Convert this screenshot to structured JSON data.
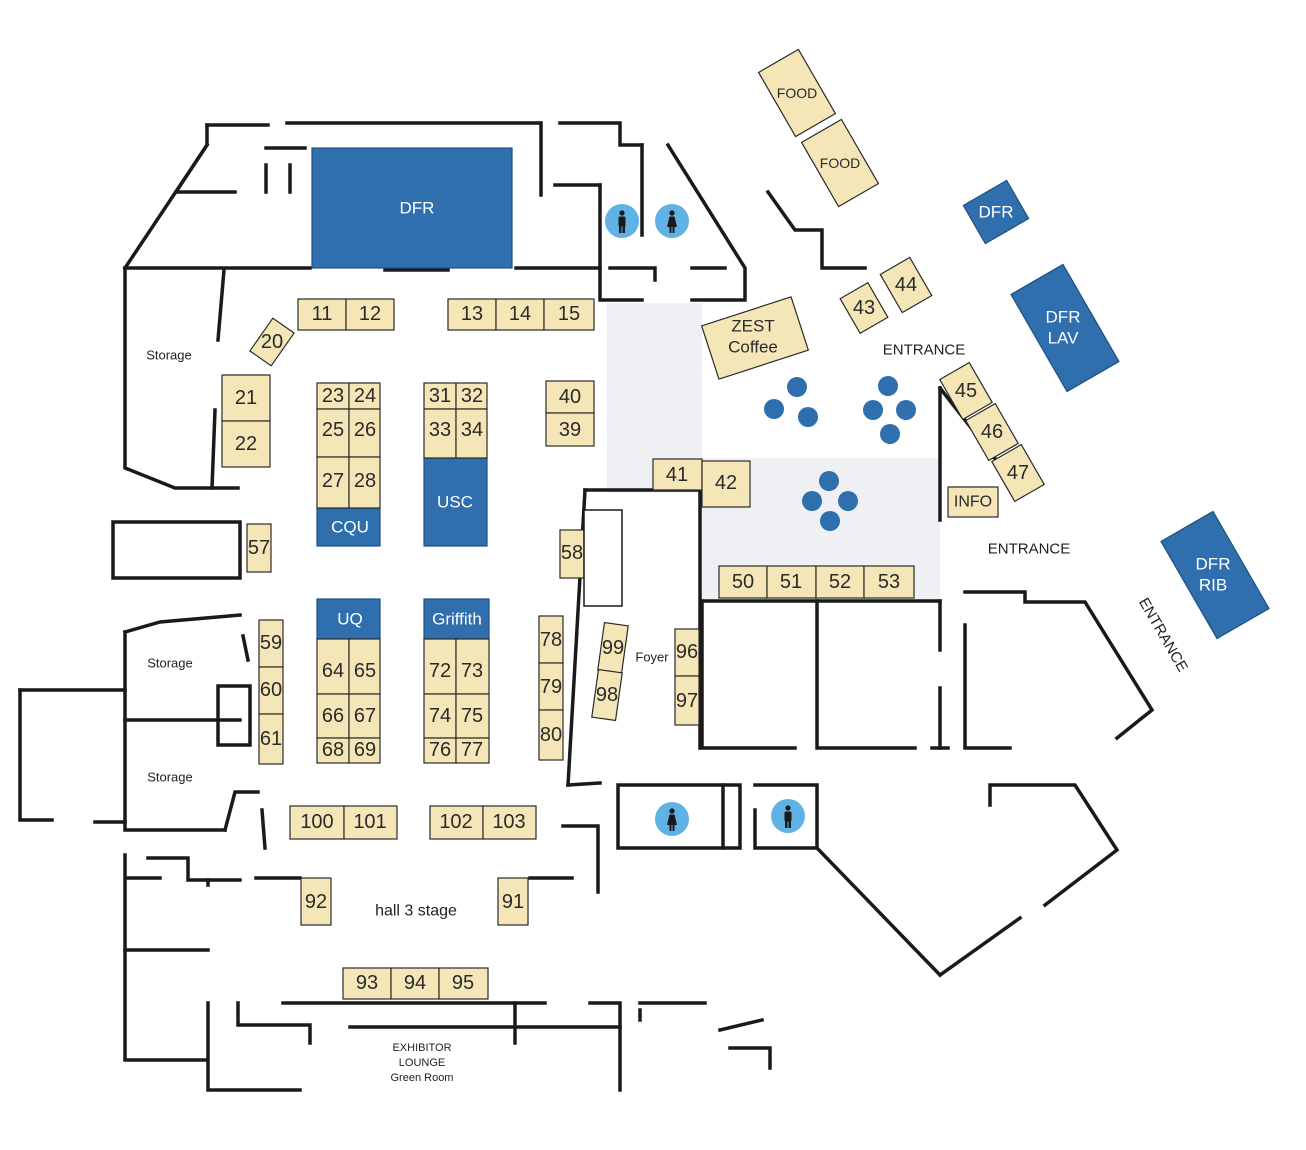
{
  "colors": {
    "booth": "#f5e6b8",
    "sponsor": "#2f6fad",
    "restroom": "#5fb2e3",
    "walls": "#1a1a1a",
    "open_area": "#eff0f3"
  },
  "areas": {
    "dfr_main": "DFR",
    "dfr_small": "DFR",
    "dfr_lav_1": "DFR",
    "dfr_lav_2": "LAV",
    "dfr_rib_1": "DFR",
    "dfr_rib_2": "RIB",
    "usc": "USC",
    "cqu": "CQU",
    "uq": "UQ",
    "griffith": "Griffith",
    "zest_1": "ZEST",
    "zest_2": "Coffee",
    "food_1": "FOOD",
    "food_2": "FOOD",
    "info": "INFO"
  },
  "labels": {
    "storage_1": "Storage",
    "storage_2": "Storage",
    "storage_3": "Storage",
    "entrance_1": "ENTRANCE",
    "entrance_2": "ENTRANCE",
    "entrance_3": "ENTRANCE",
    "foyer": "Foyer",
    "stage": "hall 3 stage",
    "lounge_1": "EXHIBITOR",
    "lounge_2": "LOUNGE",
    "lounge_3": "Green Room"
  },
  "icons": [
    "male-restroom-icon",
    "female-restroom-icon"
  ],
  "booths": {
    "b11": "11",
    "b12": "12",
    "b13": "13",
    "b14": "14",
    "b15": "15",
    "b20": "20",
    "b21": "21",
    "b22": "22",
    "b23": "23",
    "b24": "24",
    "b25": "25",
    "b26": "26",
    "b27": "27",
    "b28": "28",
    "b31": "31",
    "b32": "32",
    "b33": "33",
    "b34": "34",
    "b39": "39",
    "b40": "40",
    "b41": "41",
    "b42": "42",
    "b43": "43",
    "b44": "44",
    "b45": "45",
    "b46": "46",
    "b47": "47",
    "b50": "50",
    "b51": "51",
    "b52": "52",
    "b53": "53",
    "b57": "57",
    "b58": "58",
    "b59": "59",
    "b60": "60",
    "b61": "61",
    "b64": "64",
    "b65": "65",
    "b66": "66",
    "b67": "67",
    "b68": "68",
    "b69": "69",
    "b72": "72",
    "b73": "73",
    "b74": "74",
    "b75": "75",
    "b76": "76",
    "b77": "77",
    "b78": "78",
    "b79": "79",
    "b80": "80",
    "b91": "91",
    "b92": "92",
    "b93": "93",
    "b94": "94",
    "b95": "95",
    "b96": "96",
    "b97": "97",
    "b98": "98",
    "b99": "99",
    "b100": "100",
    "b101": "101",
    "b102": "102",
    "b103": "103"
  }
}
